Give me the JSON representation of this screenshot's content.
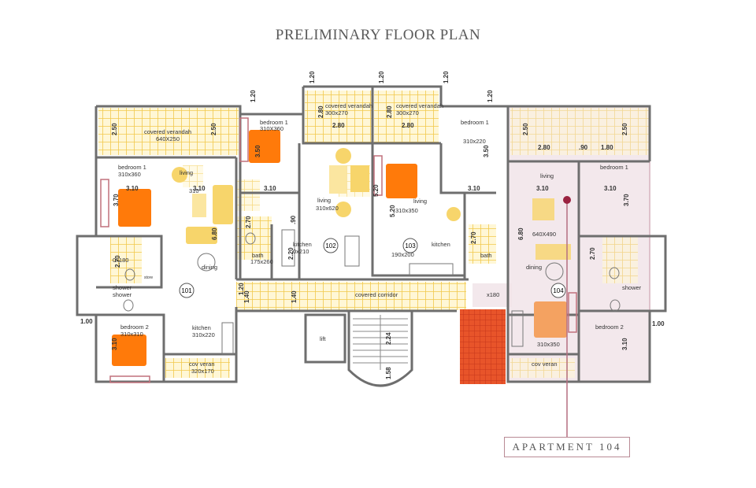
{
  "title": "PRELIMINARY FLOOR PLAN",
  "callout": "APARTMENT 104",
  "colors": {
    "wall": "#6e6e6e",
    "tile": "#f2c94c",
    "tile_bg": "#fff7d6",
    "bed": "#ff7a0a",
    "sofa": "#f7d56b",
    "highlight": "#d9b8c3",
    "highlight_fill": "#f1e4e9",
    "red_area": "#e8542a",
    "leader": "#b56f80"
  },
  "rooms": {
    "covered_verandah_1": "covered verandah",
    "covered_verandah_1_size": "640X250",
    "bedroom1_a": "bedroom 1",
    "bedroom1_a_size": "310X360",
    "bedroom1_b": "bedroom 1",
    "bedroom1_b_size": "310x360",
    "covered_verandah_2": "covered verandah",
    "covered_verandah_2_size": "300x270",
    "covered_verandah_3": "covered verandah",
    "covered_verandah_3_size": "300x270",
    "bedroom1_c": "bedroom 1",
    "bedroom1_c_size": "310x220",
    "bedroom1_d": "bedroom 1",
    "living_101": "living",
    "living_101_size": "310",
    "living_102": "living",
    "living_102_size": "310x620",
    "living_103": "living",
    "living_103_size": "310x350",
    "living_104": "living",
    "living_104_size": "640X490",
    "kitchen_102": "kitchen",
    "kitchen_102_size": "0x210",
    "kitchen_103": "kitchen",
    "kitchen_103_size": "190x200",
    "kitchen_101": "kitchen",
    "kitchen_101_size": "310x220",
    "bath_102": "bath",
    "bath_102_size": "175x260",
    "bath_103": "bath",
    "dining_101": "dining",
    "dining_104": "dining",
    "shower_101": "shower",
    "shower_101_size": "0x180",
    "shower_101_b": "shower",
    "shower_104": "shower",
    "bedroom2_101": "bedroom 2",
    "bedroom2_101_size": "310x310",
    "bedroom2_104": "bedroom 2",
    "bedroom2_104_size": "310x350",
    "cov_veran_101": "cov veran",
    "cov_veran_101_size": "320x170",
    "cov_veran_104": "cov veran",
    "covered_corridor": "covered corridor",
    "lift": "lift",
    "storage": "store",
    "size_180": "x180"
  },
  "apartments": {
    "a101": "101",
    "a102": "102",
    "a103": "103",
    "a104": "104"
  },
  "dims": {
    "d1": "1.20",
    "d2": "1.20",
    "d3": "1.20",
    "d4": "1.20",
    "d5": "1.20",
    "d6": "2.50",
    "d7": "2.50",
    "d8": "2.80",
    "d9": "2.80",
    "d10": "2.80",
    "d11": "2.80",
    "d12": "2.50",
    "d13": "2.50",
    "d14": "2.80",
    "d15": ".90",
    "d16": "1.80",
    "d17": "3.50",
    "d18": "3.50",
    "d19": "3.10",
    "d20": "3.10",
    "d21": "3.10",
    "d22": "3.10",
    "d23": "3.10",
    "d24": "3.10",
    "d25": "3.70",
    "d26": "3.70",
    "d27": "5.20",
    "d28": "5.20",
    "d29": "6.80",
    "d30": "6.80",
    "d31": "2.70",
    "d32": "2.70",
    "d33": "2.70",
    "d34": "2.70",
    "d35": "2.20",
    "d36": "1.00",
    "d37": "1.00",
    "d38": "1.40",
    "d39": "1.40",
    "d40": "2.24",
    "d41": "1.58",
    "d42": ".90",
    "d43": "3.10",
    "d44": "3.10",
    "d45": "1.20"
  }
}
